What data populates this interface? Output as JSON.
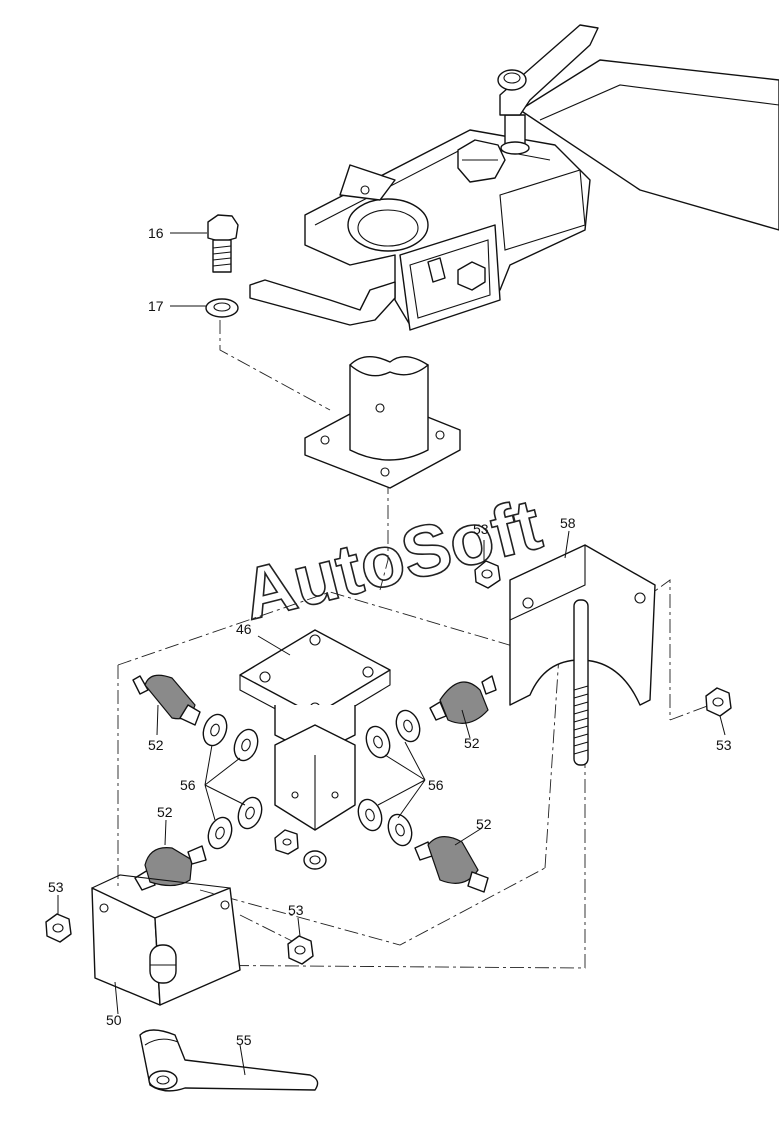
{
  "watermark": "AutoSoft",
  "callouts": {
    "c16": "16",
    "c17": "17",
    "c46": "46",
    "c50": "50",
    "c52a": "52",
    "c52b": "52",
    "c52c": "52",
    "c52d": "52",
    "c53a": "53",
    "c53b": "53",
    "c53c": "53",
    "c53d": "53",
    "c55": "55",
    "c56a": "56",
    "c56b": "56",
    "c58": "58"
  }
}
